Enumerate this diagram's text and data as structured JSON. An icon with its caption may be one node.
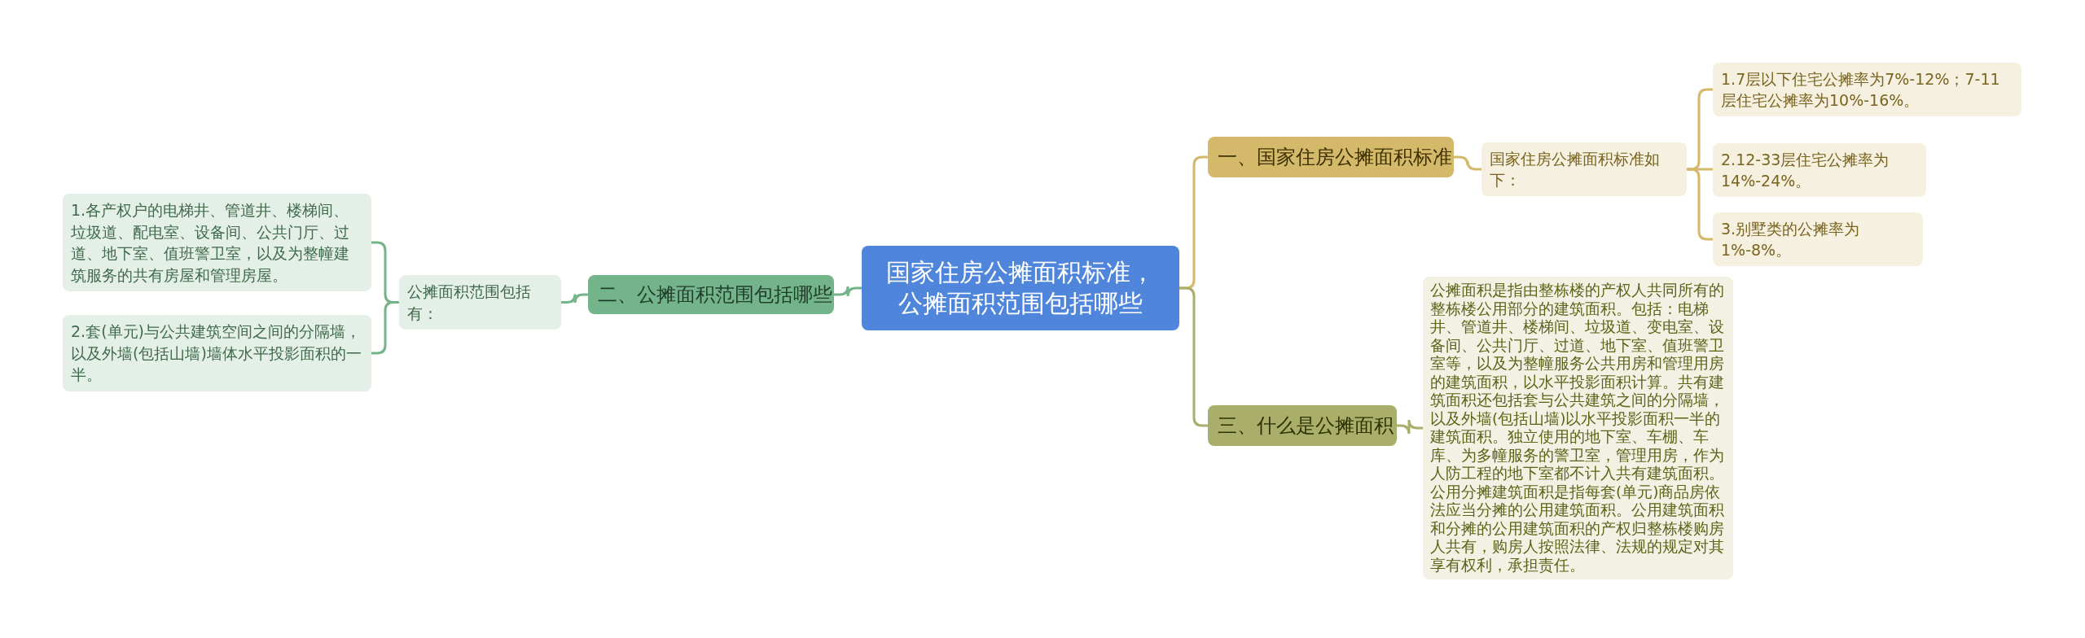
{
  "diagram": {
    "nodes": [
      {
        "text": [
          "国家住房公摊面积标准，公摊面积范围包括哪些"
        ]
      },
      {
        "text": [
          "一、国家住房公摊面积标准"
        ]
      },
      {
        "text": [
          "国家住房公摊面积标准如下："
        ]
      },
      {
        "text": [
          "1.7层以下住宅公摊率为7%-12%；7-11层住宅公摊率为10%-16%。"
        ]
      },
      {
        "text": [
          "2.12-33层住宅公摊率为14%-24%。"
        ]
      },
      {
        "text": [
          "3.别墅类的公摊率为1%-8%。"
        ]
      },
      {
        "text": [
          "三、什么是公摊面积"
        ]
      },
      {
        "text": [
          "公摊面积是指由整栋楼的产权人共同所有的整栋楼公用部分的建筑面积。包括：电梯井、管道井、楼梯间、垃圾道、变电室、设备间、公共门厅、过道、地下室、值班警卫室等，以及为整幢服务公共用房和管理用房的建筑面积，以水平投影面积计算。共有建筑面积还包括套与公共建筑之间的分隔墙，以及外墙(包括山墙)以水平投影面积一半的建筑面积。独立使用的地下室、车棚、车库、为多幢服务的警卫室，管理用房，作为人防工程的地下室都不计入共有建筑面积。公用分摊建筑面积是指每套(单元)商品房依法应当分摊的公用建筑面积。公用建筑面积和分摊的公用建筑面积的产权归整栋楼购房人共有，购房人按照法律、法规的规定对其享有权利，承担责任。"
        ]
      },
      {
        "text": [
          "二、公摊面积范围包括哪些"
        ]
      },
      {
        "text": [
          "公摊面积范围包括有："
        ]
      },
      {
        "text": [
          "1.各产权户的电梯井、管道井、楼梯间、垃圾道、配电室、设备间、公共门厅、过道、地下室、值班警卫室，以及为整幢建筑服务的共有房屋和管理房屋。"
        ]
      },
      {
        "text": [
          "2.套(单元)与公共建筑空间之间的分隔墙，以及外墙(包括山墙)墙体水平投影面积的一半。"
        ]
      }
    ],
    "edges": [
      {
        "from": 0,
        "to": 1,
        "arrow": "none"
      },
      {
        "from": 1,
        "to": 2,
        "arrow": "none"
      },
      {
        "from": 2,
        "to": 3,
        "arrow": "none"
      },
      {
        "from": 2,
        "to": 4,
        "arrow": "none"
      },
      {
        "from": 2,
        "to": 5,
        "arrow": "none"
      },
      {
        "from": 0,
        "to": 6,
        "arrow": "none",
        "color": "#a9ae6a"
      },
      {
        "from": 6,
        "to": 7,
        "arrow": "none",
        "color": "#a9ae6a"
      },
      {
        "from": 0,
        "to": 8,
        "arrow": "none",
        "color": "#74b48a"
      },
      {
        "from": 8,
        "to": 9,
        "arrow": "none",
        "color": "#74b48a"
      },
      {
        "from": 9,
        "to": 10,
        "arrow": "none",
        "color": "#74b48a"
      },
      {
        "from": 9,
        "to": 11,
        "arrow": "none",
        "color": "#74b48a"
      }
    ]
  }
}
